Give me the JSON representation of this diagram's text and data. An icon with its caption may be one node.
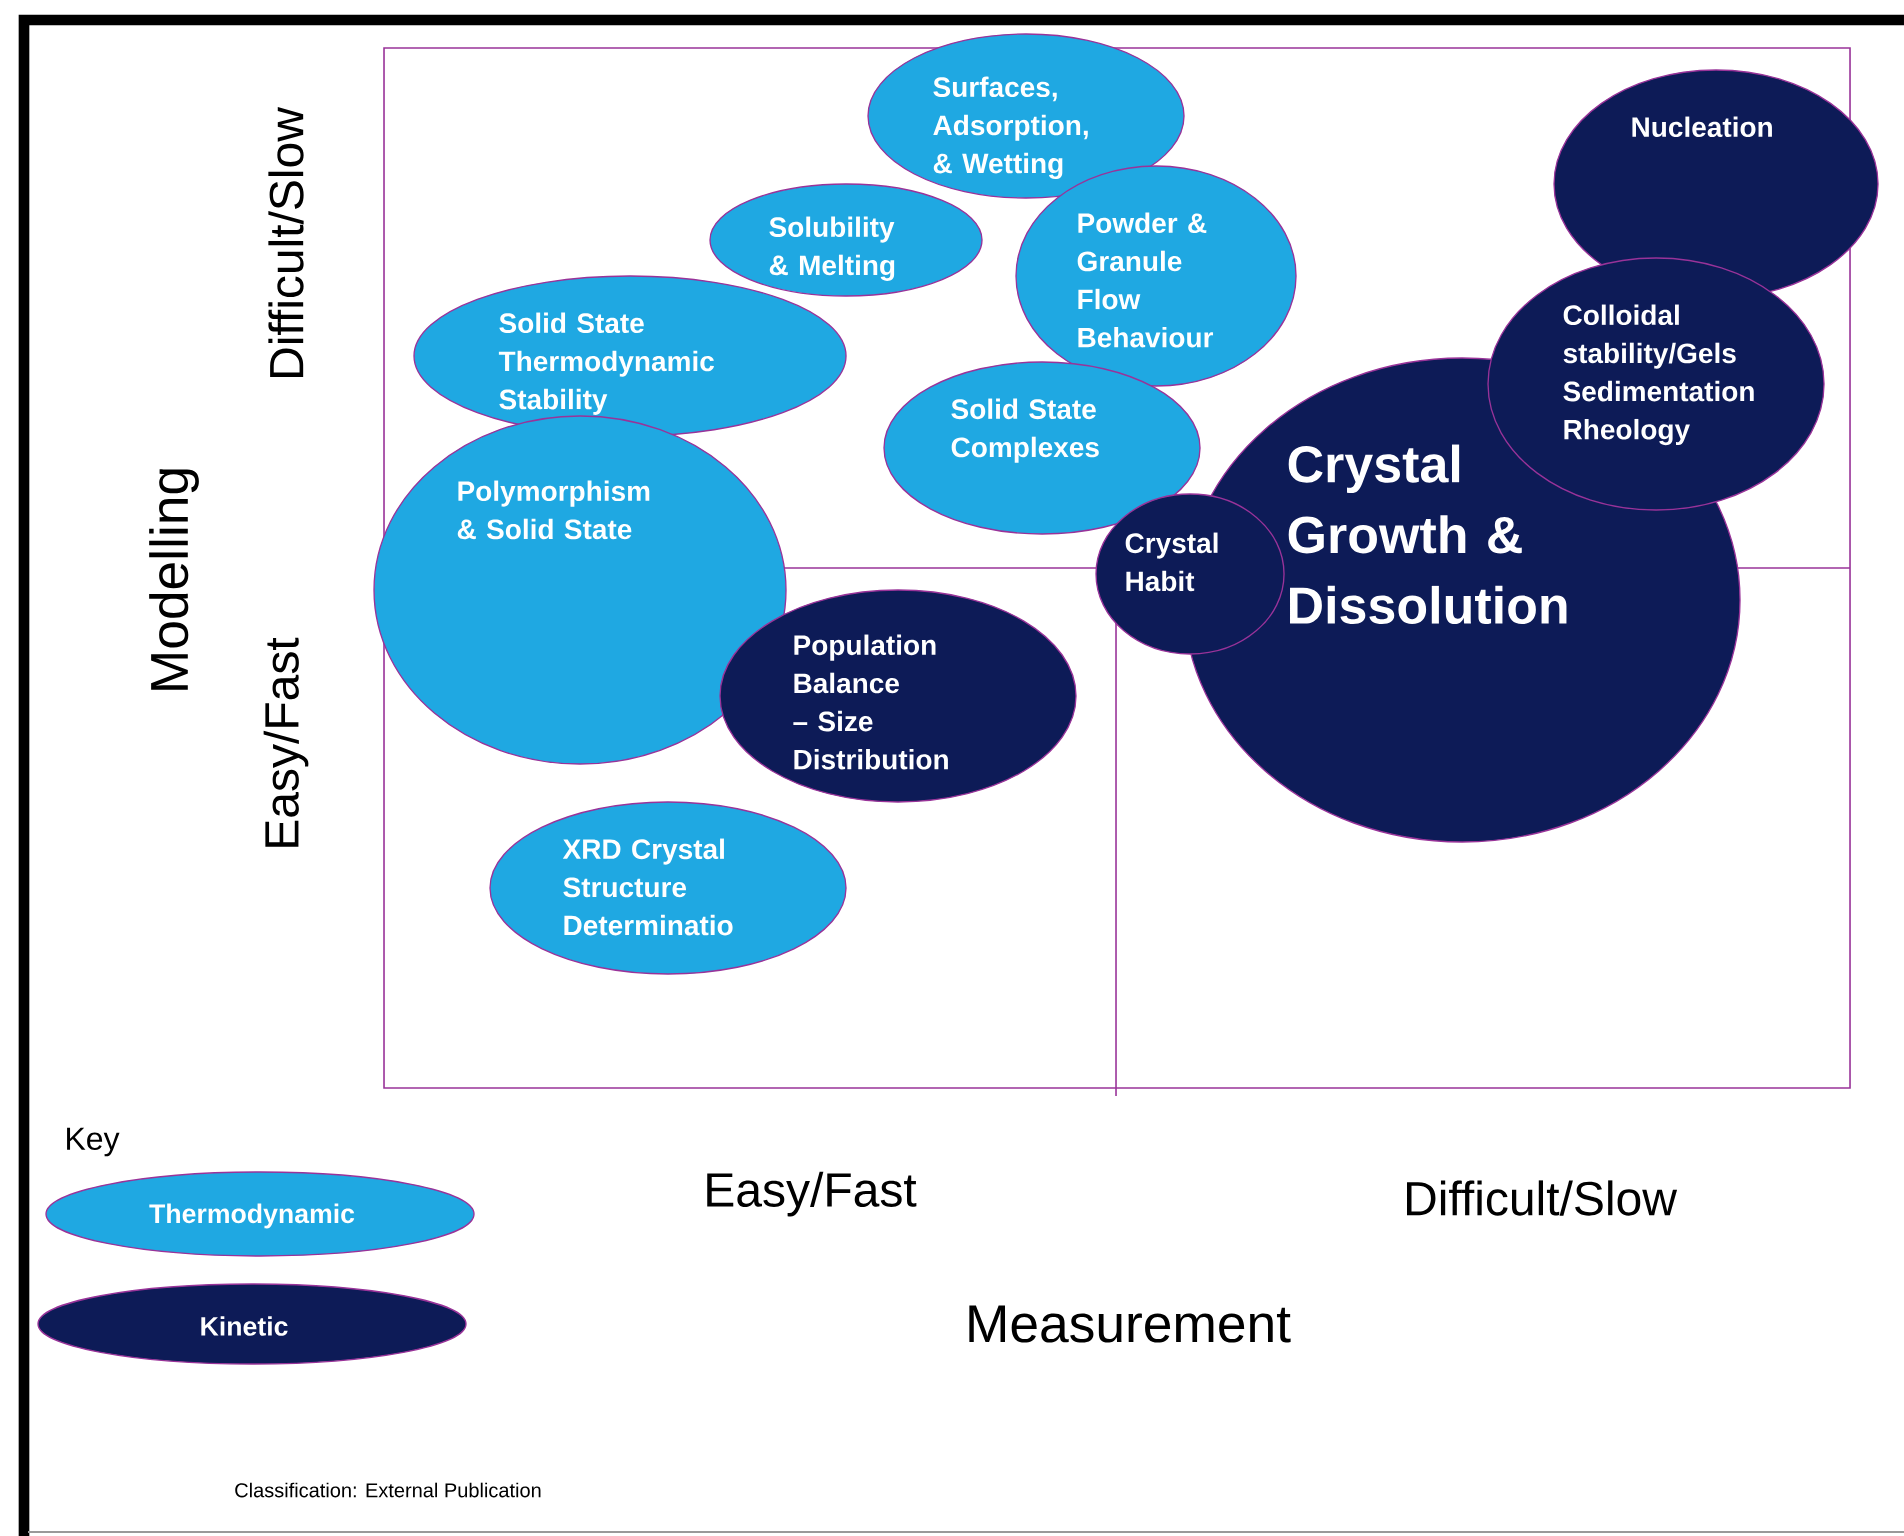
{
  "diagram": {
    "nodes": [
      {
        "text": [
          "Surfaces, Adsorption, & Wetting"
        ]
      },
      {
        "text": [
          "Solubility & Melting"
        ]
      },
      {
        "text": [
          "Powder & Granule Flow Behaviour"
        ]
      },
      {
        "text": [
          "Solid State Thermodynamic Stability"
        ]
      },
      {
        "text": [
          "Solid State Complexes"
        ]
      },
      {
        "text": [
          "Polymorphism & Solid State"
        ]
      },
      {
        "text": [
          "Population Balance – Size Distribution"
        ]
      },
      {
        "text": [
          "XRD Crystal Structure Determinatio"
        ]
      },
      {
        "text": [
          "Nucleation"
        ]
      },
      {
        "text": [
          "Colloidal stability/Gels Sedimentation Rheology"
        ]
      },
      {
        "text": [
          "Crystal Habit"
        ]
      },
      {
        "text": [
          "Crystal Growth & Dissolution"
        ]
      }
    ],
    "labels": [
      "Difficult/Slow",
      "Modelling",
      "Easy/Fast",
      "Key",
      "Easy/Fast",
      "Difficult/Slow",
      "Measurement",
      "Classification: External Publication"
    ],
    "legend": [
      {
        "text": "Thermodynamic",
        "color": "#1fa8e2"
      },
      {
        "text": "Kinetic",
        "color": "#0d1b57"
      }
    ]
  }
}
